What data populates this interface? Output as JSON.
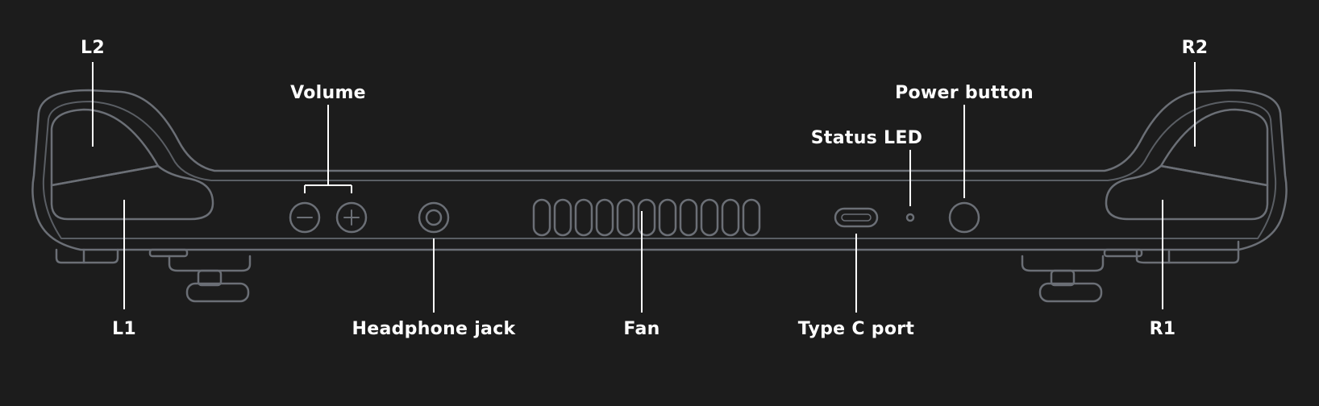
{
  "theme": {
    "background": "#1c1c1c",
    "outline": "#6b6f76",
    "inner": "#8a8d93",
    "leader": "#ffffff",
    "text": "#ffffff"
  },
  "labels": {
    "l2": "L2",
    "r2": "R2",
    "volume": "Volume",
    "power_button": "Power button",
    "status_led": "Status LED",
    "l1": "L1",
    "headphone_jack": "Headphone jack",
    "fan": "Fan",
    "type_c_port": "Type C port",
    "r1": "R1"
  }
}
